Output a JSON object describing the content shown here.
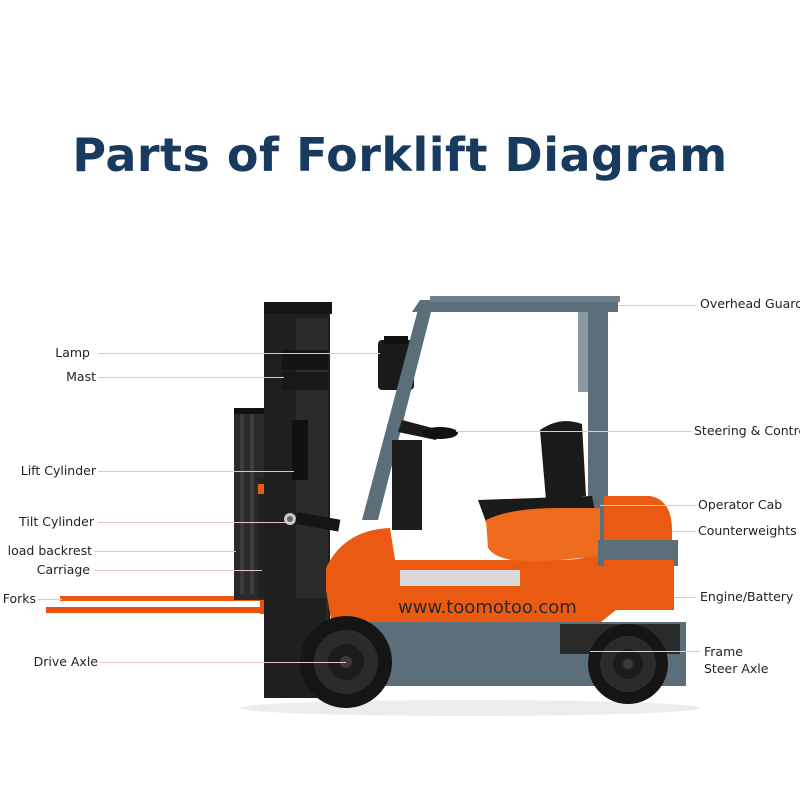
{
  "title": "Parts of Forklift Diagram",
  "watermark": "www.toomotoo.com",
  "colors": {
    "title": "#173a5e",
    "body_orange": "#ea5a12",
    "frame_gray": "#5b6e79",
    "mast_black": "#1d1d1d",
    "tire_black": "#151515",
    "leader_line": "#e9c2cc"
  },
  "labels": {
    "overhead_guard": "Overhead Guard",
    "lamp": "Lamp",
    "mast": "Mast",
    "steering_control": "Steering & Control",
    "lift_cylinder": "Lift Cylinder",
    "operator_cab": "Operator Cab",
    "tilt_cylinder": "Tilt Cylinder",
    "counterweights": "Counterweights",
    "load_backrest": "load backrest",
    "carriage": "Carriage",
    "forks": "Forks",
    "engine_battery": "Engine/Battery",
    "frame": "Frame",
    "drive_axle": "Drive Axle",
    "steer_axle": "Steer Axle"
  }
}
